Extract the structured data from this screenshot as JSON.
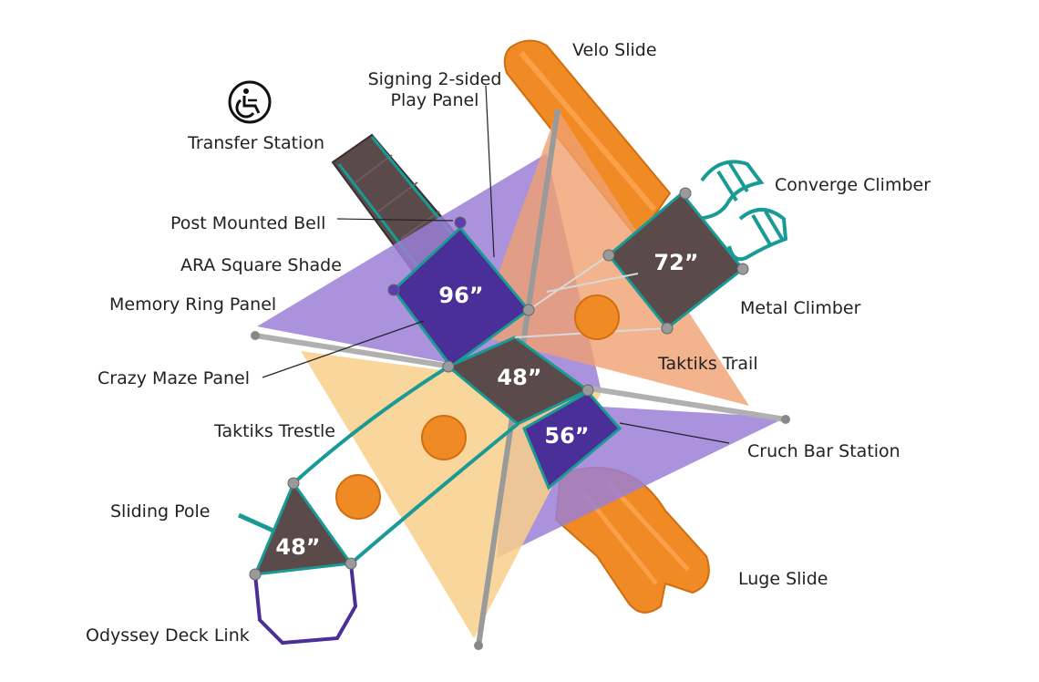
{
  "labels": {
    "velo_slide": "Velo Slide",
    "signing_panel_line1": "Signing 2-sided",
    "signing_panel_line2": "Play Panel",
    "transfer_station": "Transfer Station",
    "converge_climber": "Converge Climber",
    "post_mounted_bell": "Post Mounted Bell",
    "ara_square_shade": "ARA Square Shade",
    "metal_climber": "Metal Climber",
    "memory_ring_panel": "Memory Ring Panel",
    "taktiks_trail": "Taktiks Trail",
    "crazy_maze_panel": "Crazy Maze Panel",
    "taktiks_trestle": "Taktiks Trestle",
    "cruch_bar_station": "Cruch Bar Station",
    "sliding_pole": "Sliding Pole",
    "luge_slide": "Luge Slide",
    "odyssey_deck_link": "Odyssey Deck Link"
  },
  "decks": {
    "d96": "96”",
    "d72": "72”",
    "d48_center": "48”",
    "d56": "56”",
    "d48_corner": "48”"
  },
  "icons": {
    "accessibility": "wheelchair-accessibility-icon"
  },
  "colors": {
    "purple_shade": "#9b7fd6",
    "orange_shade": "#f0a070",
    "yellow_shade": "#f8cf8a",
    "deck_brown": "#5a4a4a",
    "deck_purple": "#4b2f98",
    "slide_orange": "#f08a24",
    "teal": "#1a9a95"
  }
}
